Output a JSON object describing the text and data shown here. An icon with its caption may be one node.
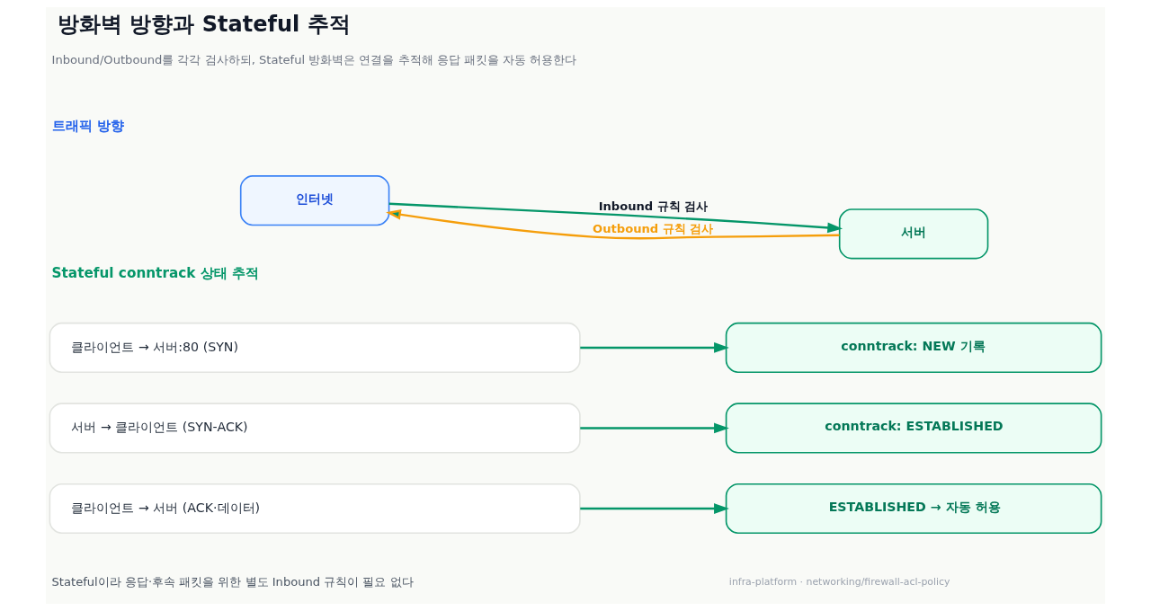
{
  "diagram": {
    "title": "방화벽 방향과 Stateful 추적",
    "nodes": [
      {
        "text": [
          "인터넷"
        ]
      },
      {
        "text": [
          "서버"
        ]
      },
      {
        "text": [
          "클라이언트 → 서버:80 (SYN)"
        ]
      },
      {
        "text": [
          "conntrack: NEW 기록"
        ]
      },
      {
        "text": [
          "서버 → 클라이언트 (SYN-ACK)"
        ]
      },
      {
        "text": [
          "conntrack: ESTABLISHED"
        ]
      },
      {
        "text": [
          "클라이언트 → 서버 (ACK·데이터)"
        ]
      },
      {
        "text": [
          "ESTABLISHED → 자동 허용"
        ]
      }
    ],
    "edges": [
      {
        "from": 0,
        "to": 1,
        "arrow": "to",
        "label": "Inbound 규칙 검사"
      },
      {
        "from": 1,
        "to": 0,
        "arrow": "to",
        "label": "Outbound 규칙 검사",
        "color": "#f59e0b"
      },
      {
        "from": 2,
        "to": 3,
        "arrow": "to"
      },
      {
        "from": 4,
        "to": 5,
        "arrow": "to"
      },
      {
        "from": 6,
        "to": 7,
        "arrow": "to"
      }
    ],
    "labels": [
      "Inbound/Outbound를 각각 검사하되, Stateful 방화벽은 연결을 추적해 응답 패킷을 자동 허용한다",
      "트래픽 방향",
      "Stateful conntrack 상태 추적",
      "Stateful이라 응답·후속 패킷을 위한 별도 Inbound 규칙이 필요 없다",
      "infra-platform · networking/firewall-acl-policy"
    ]
  }
}
